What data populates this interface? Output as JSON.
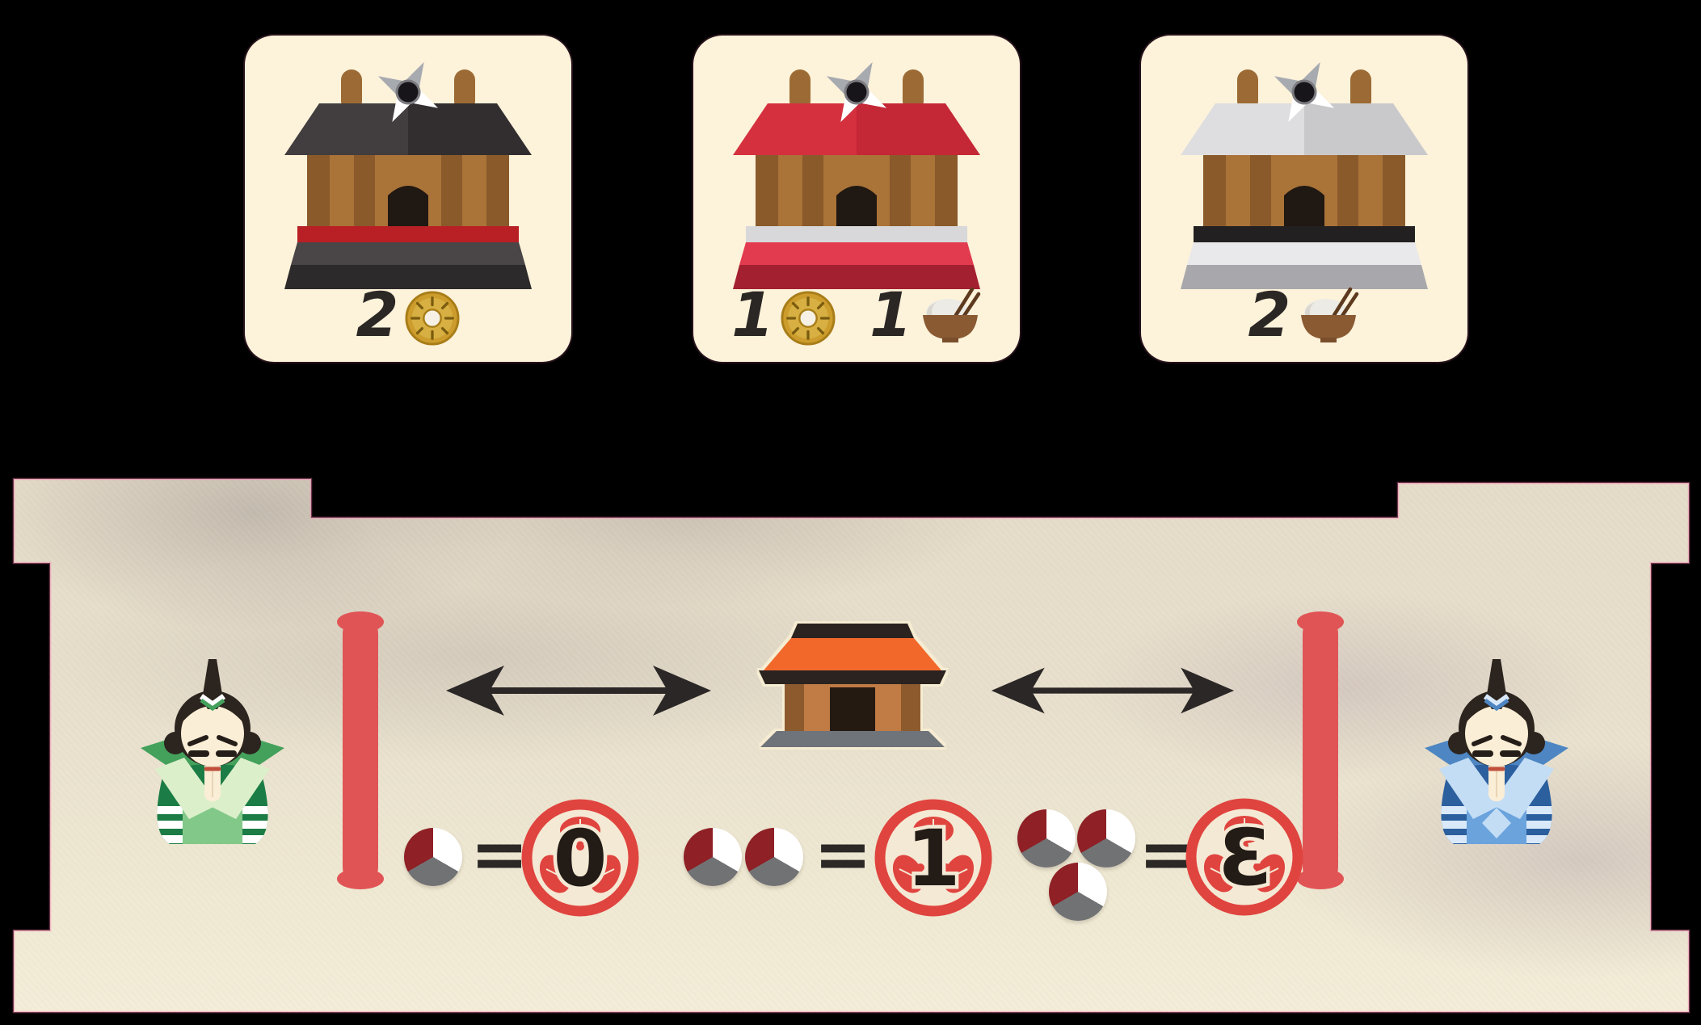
{
  "screen": {
    "name": "board-game-trade-reference",
    "background": "#000000"
  },
  "building_cards": [
    {
      "name": "black-pagoda-card",
      "roof": "black",
      "cost": [
        {
          "qty": "2",
          "resource": "coin"
        }
      ]
    },
    {
      "name": "red-pagoda-card",
      "roof": "red",
      "cost": [
        {
          "qty": "1",
          "resource": "coin"
        },
        {
          "qty": "1",
          "resource": "rice-bowl"
        }
      ]
    },
    {
      "name": "white-pagoda-card",
      "roof": "white",
      "cost": [
        {
          "qty": "2",
          "resource": "rice-bowl"
        }
      ]
    }
  ],
  "trade_panel": {
    "players": [
      {
        "id": "green-daimyo",
        "color": "#44a15c"
      },
      {
        "id": "blue-daimyo",
        "color": "#4d86c2"
      }
    ],
    "center_building": "village-house",
    "score_equations": [
      {
        "pie_count": 1,
        "op": "=",
        "stamp_value": "0"
      },
      {
        "pie_count": 2,
        "op": "=",
        "stamp_value": "1"
      },
      {
        "pie_count": 3,
        "op": "=",
        "stamp_value": "3",
        "stamp_mirrored": true
      }
    ],
    "pie_colors": {
      "red": "#8e2026",
      "gray": "#717274",
      "white": "#ffffff"
    },
    "stamp_red": "#e0443f",
    "brush_red": "#e15455",
    "card_bg": "#fdf2da"
  }
}
